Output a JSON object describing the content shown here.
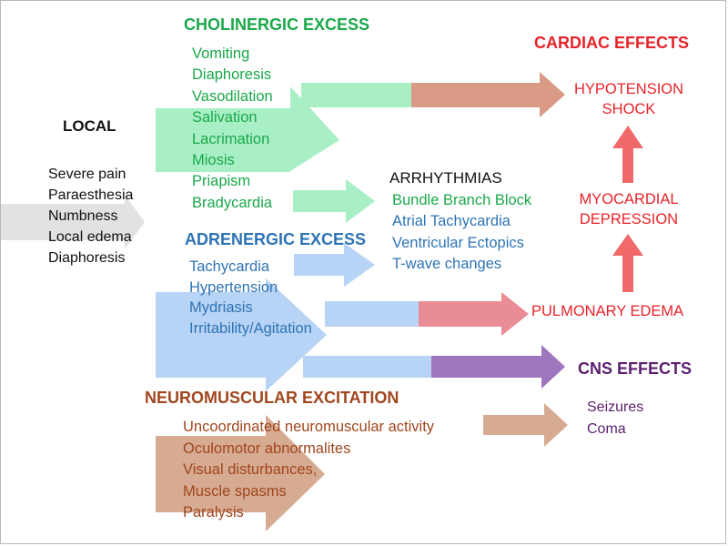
{
  "colors": {
    "cholinergic": "#1aa84a",
    "cardiac": "#e8232a",
    "adrenergic": "#2e74b5",
    "neuromuscular": "#a0471e",
    "cns": "#5b1f6e",
    "black": "#111111",
    "arrow_green": "#a8efc6",
    "arrow_salmon": "#d99a86",
    "arrow_blue": "#b7d3f5",
    "arrow_pink": "#e98c96",
    "arrow_purple": "#9d76be",
    "arrow_brown": "#d7aa92",
    "arrow_gray": "#e2e2e2",
    "arrow_red": "#f06a6a"
  },
  "local": {
    "title": "LOCAL",
    "items": [
      "Severe pain",
      "Paraesthesia",
      "Numbness",
      "Local edema",
      "Diaphoresis"
    ]
  },
  "cholinergic": {
    "title": "CHOLINERGIC EXCESS",
    "items": [
      "Vomiting",
      "Diaphoresis",
      "Vasodilation",
      "Salivation",
      "Lacrimation",
      "Miosis",
      "Priapism",
      "Bradycardia"
    ]
  },
  "adrenergic": {
    "title": "ADRENERGIC EXCESS",
    "items": [
      "Tachycardia",
      "Hypertension",
      "Mydriasis",
      "Irritability/Agitation"
    ]
  },
  "neuromuscular": {
    "title": "NEUROMUSCULAR EXCITATION",
    "items": [
      "Uncoordinated neuromuscular activity",
      "Oculomotor abnormalites",
      "Visual disturbances,",
      "Muscle spasms",
      "Paralysis"
    ]
  },
  "arrhythmias": {
    "title": "ARRHYTHMIAS",
    "items": [
      "Bundle Branch Block",
      "Atrial Tachycardia",
      "Ventricular Ectopics",
      "T-wave changes"
    ]
  },
  "cardiac": {
    "title": "CARDIAC EFFECTS",
    "hypotension": [
      "HYPOTENSION",
      "SHOCK"
    ],
    "myocardial": [
      "MYOCARDIAL",
      "DEPRESSION"
    ],
    "pulmonary": "PULMONARY EDEMA"
  },
  "cns": {
    "title": "CNS EFFECTS",
    "items": [
      "Seizures",
      "Coma"
    ]
  }
}
